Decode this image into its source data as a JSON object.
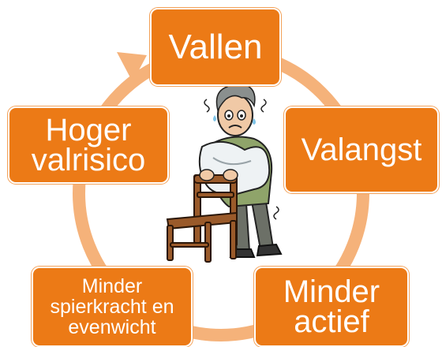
{
  "cycle": {
    "steps": [
      {
        "label": "Vallen"
      },
      {
        "label": "Valangst"
      },
      {
        "label": "Minder\nactief"
      },
      {
        "label": "Minder\nspierkracht en\nevenwicht"
      },
      {
        "label": "Hoger\nvalrisico"
      }
    ],
    "colors": {
      "box": "#ec7a16",
      "ring": "#f5b27a",
      "text": "#ffffff"
    },
    "illustration": "frightened-elderly-man-with-chair-icon"
  }
}
